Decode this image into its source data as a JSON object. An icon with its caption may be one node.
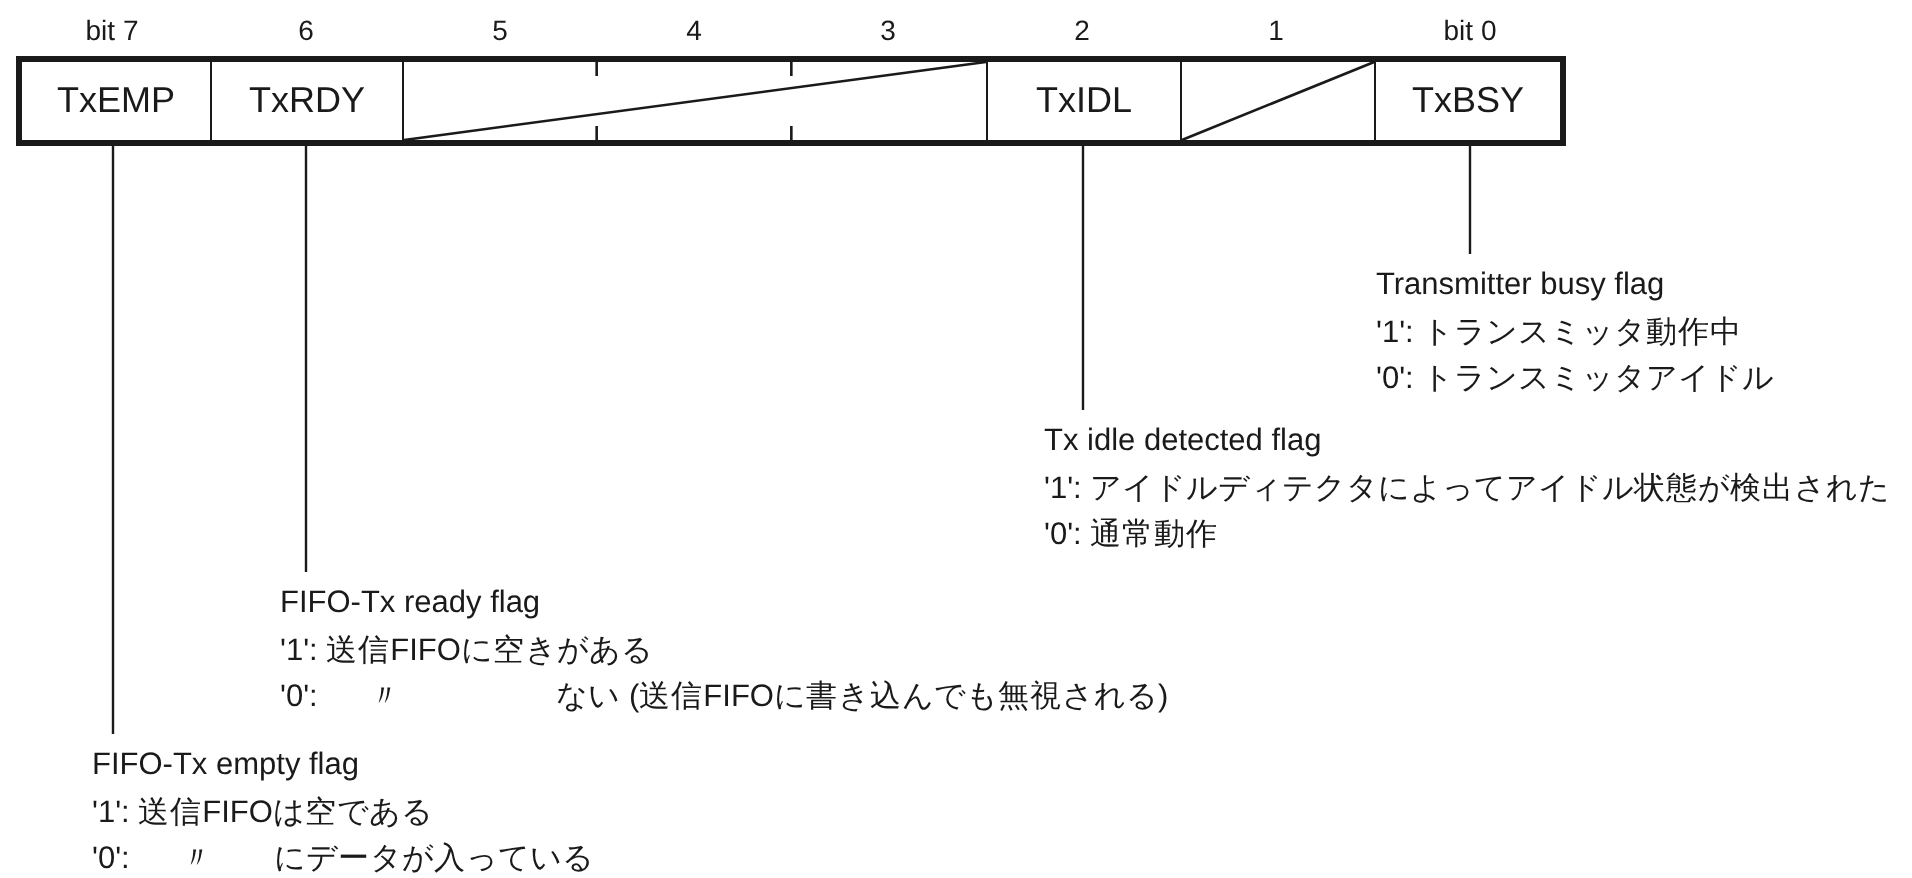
{
  "diagram": {
    "nodes": [
      {
        "text": [
          "TxEMP"
        ]
      },
      {
        "text": [
          "TxRDY"
        ]
      },
      {
        "text": [],
        "shape": "box"
      },
      {
        "text": [
          "TxIDL"
        ]
      },
      {
        "text": [],
        "shape": "box"
      },
      {
        "text": [
          "TxBSY"
        ]
      },
      {
        "text": [
          "Transmitter busy flag",
          "'1': トランスミッタ動作中",
          "'0': トランスミッタアイドル"
        ]
      },
      {
        "text": [
          "Tx idle detected flag",
          "'1': アイドルディテクタによってアイドル状態が検出された",
          "'0': 通常動作"
        ]
      },
      {
        "text": [
          "FIFO-Tx ready flag",
          "'1': 送信FIFOに空きがある",
          "'0':      〃                  ない (送信FIFOに書き込んでも無視される)"
        ]
      },
      {
        "text": [
          "FIFO-Tx empty flag",
          "'1': 送信FIFOは空である",
          "'0':      〃       にデータが入っている"
        ]
      }
    ],
    "edges": [
      {
        "from": 5,
        "to": 6,
        "arrow": "none"
      },
      {
        "from": 3,
        "to": 7,
        "arrow": "none"
      },
      {
        "from": 1,
        "to": 8,
        "arrow": "none"
      },
      {
        "from": 0,
        "to": 9,
        "arrow": "none"
      }
    ],
    "labels": [
      "bit 7",
      "6",
      "5",
      "4",
      "3",
      "2",
      "1",
      "bit 0"
    ]
  }
}
